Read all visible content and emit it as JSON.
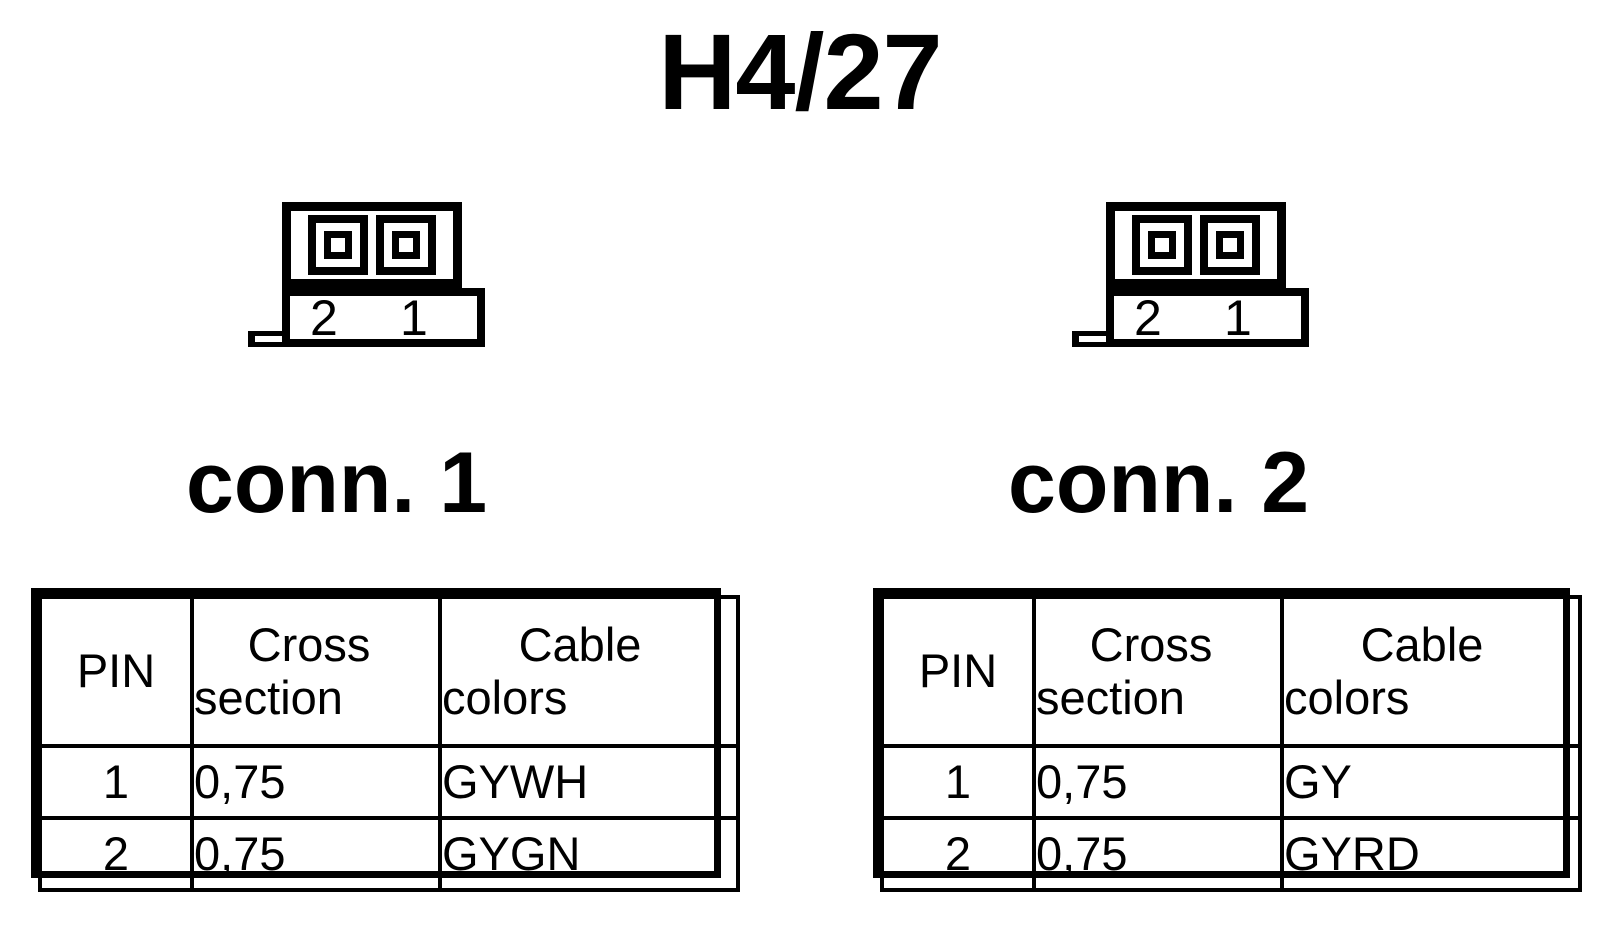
{
  "diagram": {
    "title": "H4/27",
    "connectors": [
      {
        "caption": "conn. 1",
        "symbol": {
          "pin_labels": [
            "2",
            "1"
          ],
          "pin_count": 2
        },
        "table": {
          "headers": {
            "pin": "PIN",
            "cross_section_line1": "Cross",
            "cross_section_line2": "section",
            "cable_colors_line1": "Cable",
            "cable_colors_line2": "colors"
          },
          "rows": [
            {
              "pin": "1",
              "cross_section": "0,75",
              "cable_colors": "GYWH"
            },
            {
              "pin": "2",
              "cross_section": "0,75",
              "cable_colors": "GYGN"
            }
          ]
        }
      },
      {
        "caption": "conn. 2",
        "symbol": {
          "pin_labels": [
            "2",
            "1"
          ],
          "pin_count": 2
        },
        "table": {
          "headers": {
            "pin": "PIN",
            "cross_section_line1": "Cross",
            "cross_section_line2": "section",
            "cable_colors_line1": "Cable",
            "cable_colors_line2": "colors"
          },
          "rows": [
            {
              "pin": "1",
              "cross_section": "0,75",
              "cable_colors": "GY"
            },
            {
              "pin": "2",
              "cross_section": "0,75",
              "cable_colors": "GYRD"
            }
          ]
        }
      }
    ],
    "colors": {
      "ink": "#000000",
      "background": "#ffffff"
    }
  }
}
